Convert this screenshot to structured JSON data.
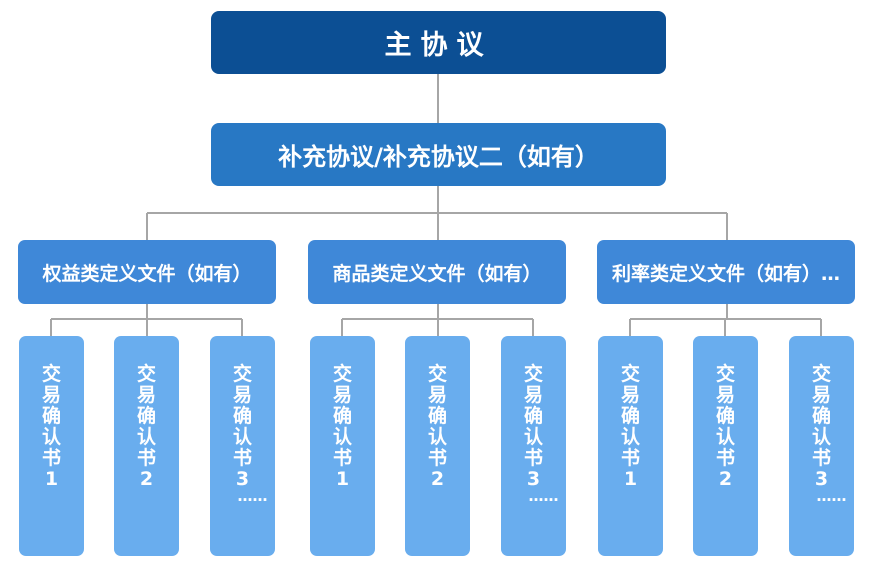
{
  "main_agreement": "主协议",
  "supplement_agreement": "补充协议/补充协议二（如有）",
  "categories": [
    {
      "label": "权益类定义文件（如有）",
      "confirmations": [
        {
          "label": "交易确认书1",
          "suffix": ""
        },
        {
          "label": "交易确认书2",
          "suffix": ""
        },
        {
          "label": "交易确认书3",
          "suffix": "……"
        }
      ]
    },
    {
      "label": "商品类定义文件（如有）",
      "confirmations": [
        {
          "label": "交易确认书1",
          "suffix": ""
        },
        {
          "label": "交易确认书2",
          "suffix": ""
        },
        {
          "label": "交易确认书3",
          "suffix": "……"
        }
      ]
    },
    {
      "label": "利率类定义文件（如有）…",
      "confirmations": [
        {
          "label": "交易确认书1",
          "suffix": ""
        },
        {
          "label": "交易确认书2",
          "suffix": ""
        },
        {
          "label": "交易确认书3",
          "suffix": "……"
        }
      ]
    }
  ],
  "colors": {
    "main_box": "#0c4f94",
    "supplement_box": "#2878c4",
    "category_box": "#3f88d8",
    "leaf_box": "#69adee",
    "connector": "#a6a6a6",
    "text": "#ffffff"
  }
}
